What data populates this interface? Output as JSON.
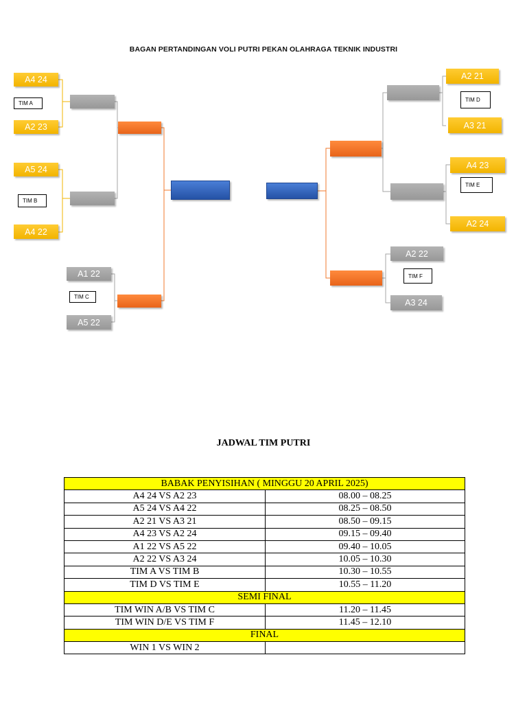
{
  "bracket": {
    "title": "BAGAN PERTANDINGAN VOLI PUTRI PEKAN OLAHRAGA TEKNIK INDUSTRI",
    "left": {
      "match_1": {
        "team_top": "A4 24",
        "team_bottom": "A2 23",
        "winner_label": "TIM A"
      },
      "match_2": {
        "team_top": "A5 24",
        "team_bottom": "A4 22",
        "winner_label": "TIM B"
      },
      "match_3": {
        "team_top": "A1 22",
        "team_bottom": "A5 22",
        "winner_label": "TIM C"
      }
    },
    "right": {
      "match_1": {
        "team_top": "A2 21",
        "team_bottom": "A3 21",
        "winner_label": "TIM D"
      },
      "match_2": {
        "team_top": "A4 23",
        "team_bottom": "A2 24",
        "winner_label": "TIM E"
      },
      "match_3": {
        "team_top": "A2 22",
        "team_bottom": "A3 24",
        "winner_label": "TIM F"
      }
    },
    "colors": {
      "team": "#f2b400",
      "winner_slot": "#a6a6a6",
      "semi_slot": "#f07a2e",
      "final_slot": "#3566c1",
      "line_left_round1": "#f2b400",
      "line_left_later": "#f07a2e",
      "line_right": "#a6a6a6"
    }
  },
  "schedule": {
    "title": "JADWAL TIM PUTRI",
    "preliminary": {
      "header": "BABAK PENYISIHAN ( MINGGU 20 APRIL 2025)",
      "rows": [
        {
          "match": "A4 24 VS A2 23",
          "time": "08.00 – 08.25"
        },
        {
          "match": "A5 24 VS A4 22",
          "time": "08.25 – 08.50"
        },
        {
          "match": "A2 21 VS A3 21",
          "time": "08.50 – 09.15"
        },
        {
          "match": "A4 23 VS A2 24",
          "time": "09.15 – 09.40"
        },
        {
          "match": "A1 22 VS A5 22",
          "time": "09.40 – 10.05"
        },
        {
          "match": "A2 22 VS A3 24",
          "time": "10.05 – 10.30"
        },
        {
          "match": "TIM A VS TIM B",
          "time": "10.30 – 10.55"
        },
        {
          "match": "TIM D VS TIM E",
          "time": "10.55 – 11.20"
        }
      ]
    },
    "semi_final": {
      "header": "SEMI FINAL",
      "rows": [
        {
          "match": "TIM WIN A/B VS TIM C",
          "time": "11.20 – 11.45"
        },
        {
          "match": "TIM WIN D/E VS TIM F",
          "time": "11.45 – 12.10"
        }
      ]
    },
    "final": {
      "header": "FINAL",
      "rows": [
        {
          "match": "WIN 1 VS WIN 2",
          "time": ""
        }
      ]
    }
  }
}
